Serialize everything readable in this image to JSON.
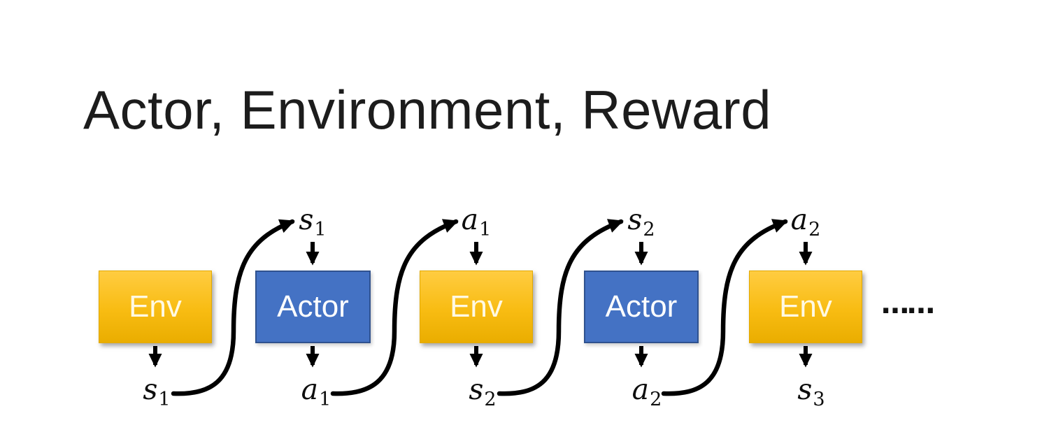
{
  "title": "Actor, Environment, Reward",
  "ellipsis": "……",
  "nodes": [
    {
      "label": "Env",
      "kind": "env"
    },
    {
      "label": "Actor",
      "kind": "actor"
    },
    {
      "label": "Env",
      "kind": "env"
    },
    {
      "label": "Actor",
      "kind": "actor"
    },
    {
      "label": "Env",
      "kind": "env"
    }
  ],
  "top_labels": [
    {
      "base": "s",
      "sub": "1"
    },
    {
      "base": "a",
      "sub": "1"
    },
    {
      "base": "s",
      "sub": "2"
    },
    {
      "base": "a",
      "sub": "2"
    }
  ],
  "bottom_labels": [
    {
      "base": "s",
      "sub": "1"
    },
    {
      "base": "a",
      "sub": "1"
    },
    {
      "base": "s",
      "sub": "2"
    },
    {
      "base": "a",
      "sub": "2"
    },
    {
      "base": "s",
      "sub": "3"
    }
  ],
  "colors": {
    "env_fill_top": "#FFCC41",
    "env_fill_bottom": "#EAAD00",
    "env_text": "#FFF9E3",
    "actor_fill": "#4472C4",
    "actor_border": "#2F528F",
    "actor_text": "#FFFFFF",
    "arrow": "#000000",
    "title_text": "#1C1C1C"
  }
}
